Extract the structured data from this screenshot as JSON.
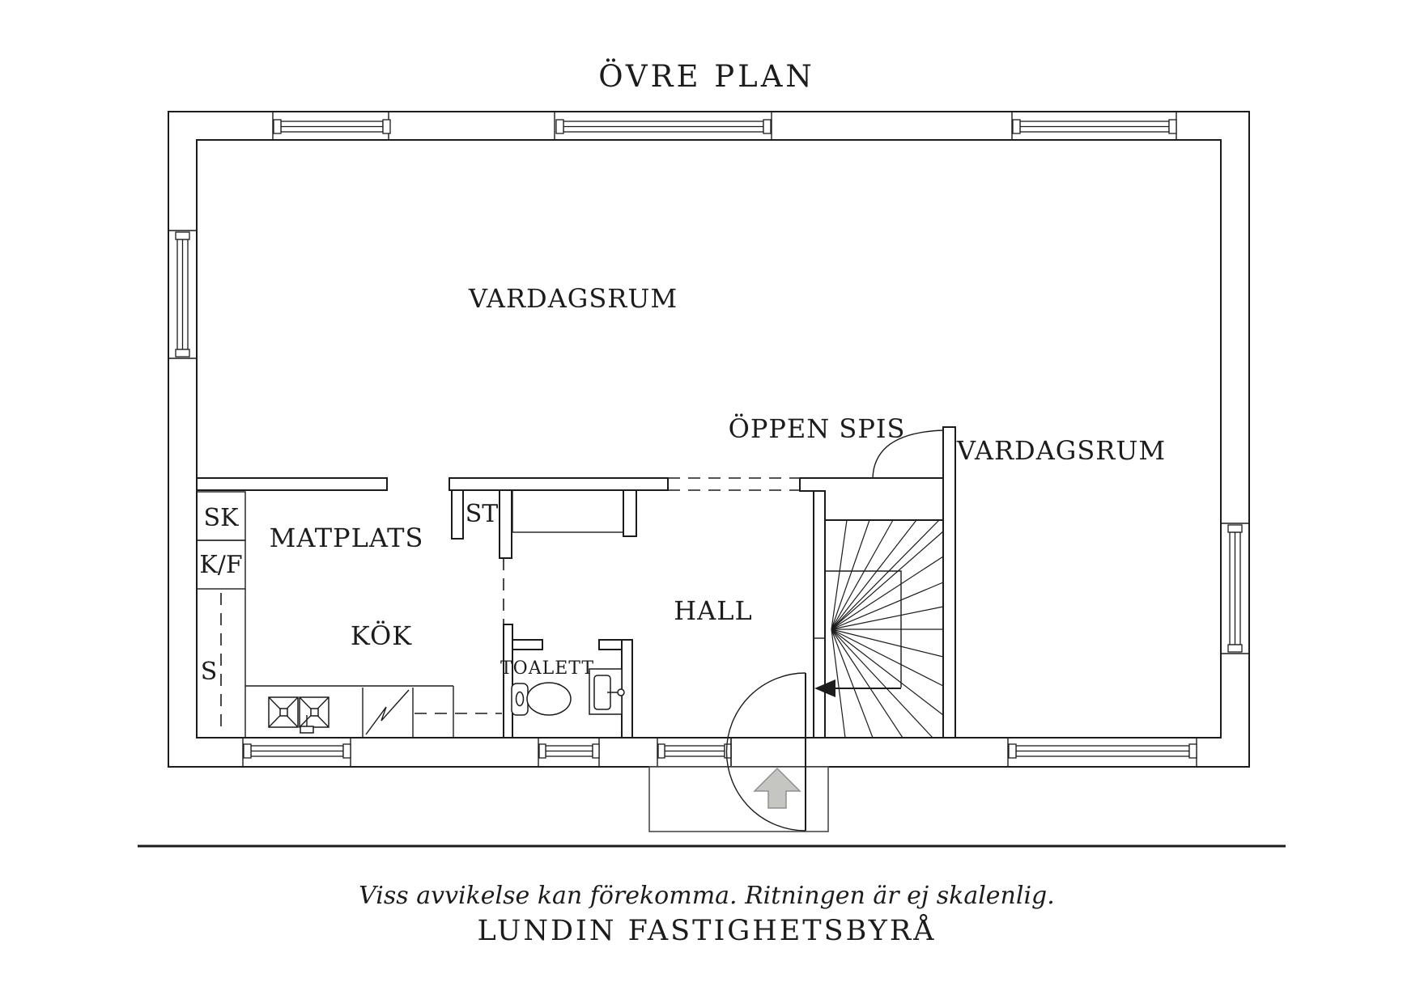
{
  "title": "ÖVRE PLAN",
  "rooms": {
    "vardagsrum_top": "VARDAGSRUM",
    "oppen_spis": "ÖPPEN SPIS",
    "vardagsrum_right": "VARDAGSRUM",
    "matplats": "MATPLATS",
    "kok": "KÖK",
    "hall": "HALL",
    "toalett": "TOALETT",
    "st": "ST",
    "sk": "SK",
    "kf": "K/F",
    "s": "S"
  },
  "footer": {
    "disclaimer": "Viss avvikelse kan förekomma. Ritningen är ej skalenlig.",
    "brand": "LUNDIN FASTIGHETSBYRÅ"
  },
  "icons": {
    "stair_direction_arrow": "left-arrow",
    "entrance_arrow": "up-arrow"
  },
  "colors": {
    "line": "#1c1c1c",
    "entry_arrow_fill": "#c5c5c2",
    "entry_arrow_stroke": "#90908d",
    "background": "#ffffff"
  }
}
